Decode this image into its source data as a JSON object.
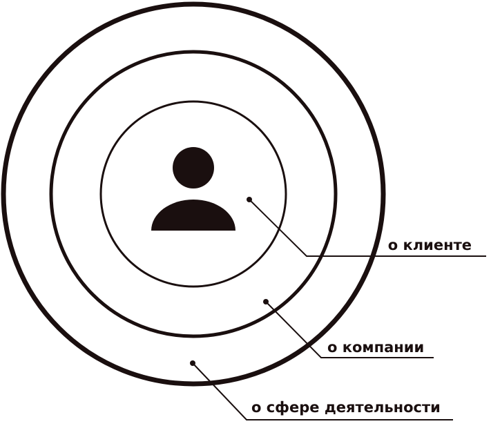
{
  "diagram": {
    "labels": {
      "client": "о клиенте",
      "company": "о компании",
      "industry": "о сфере деятельности"
    },
    "center_icon": "person-icon",
    "colors": {
      "ink": "#1a0f0f",
      "background": "#ffffff"
    }
  }
}
